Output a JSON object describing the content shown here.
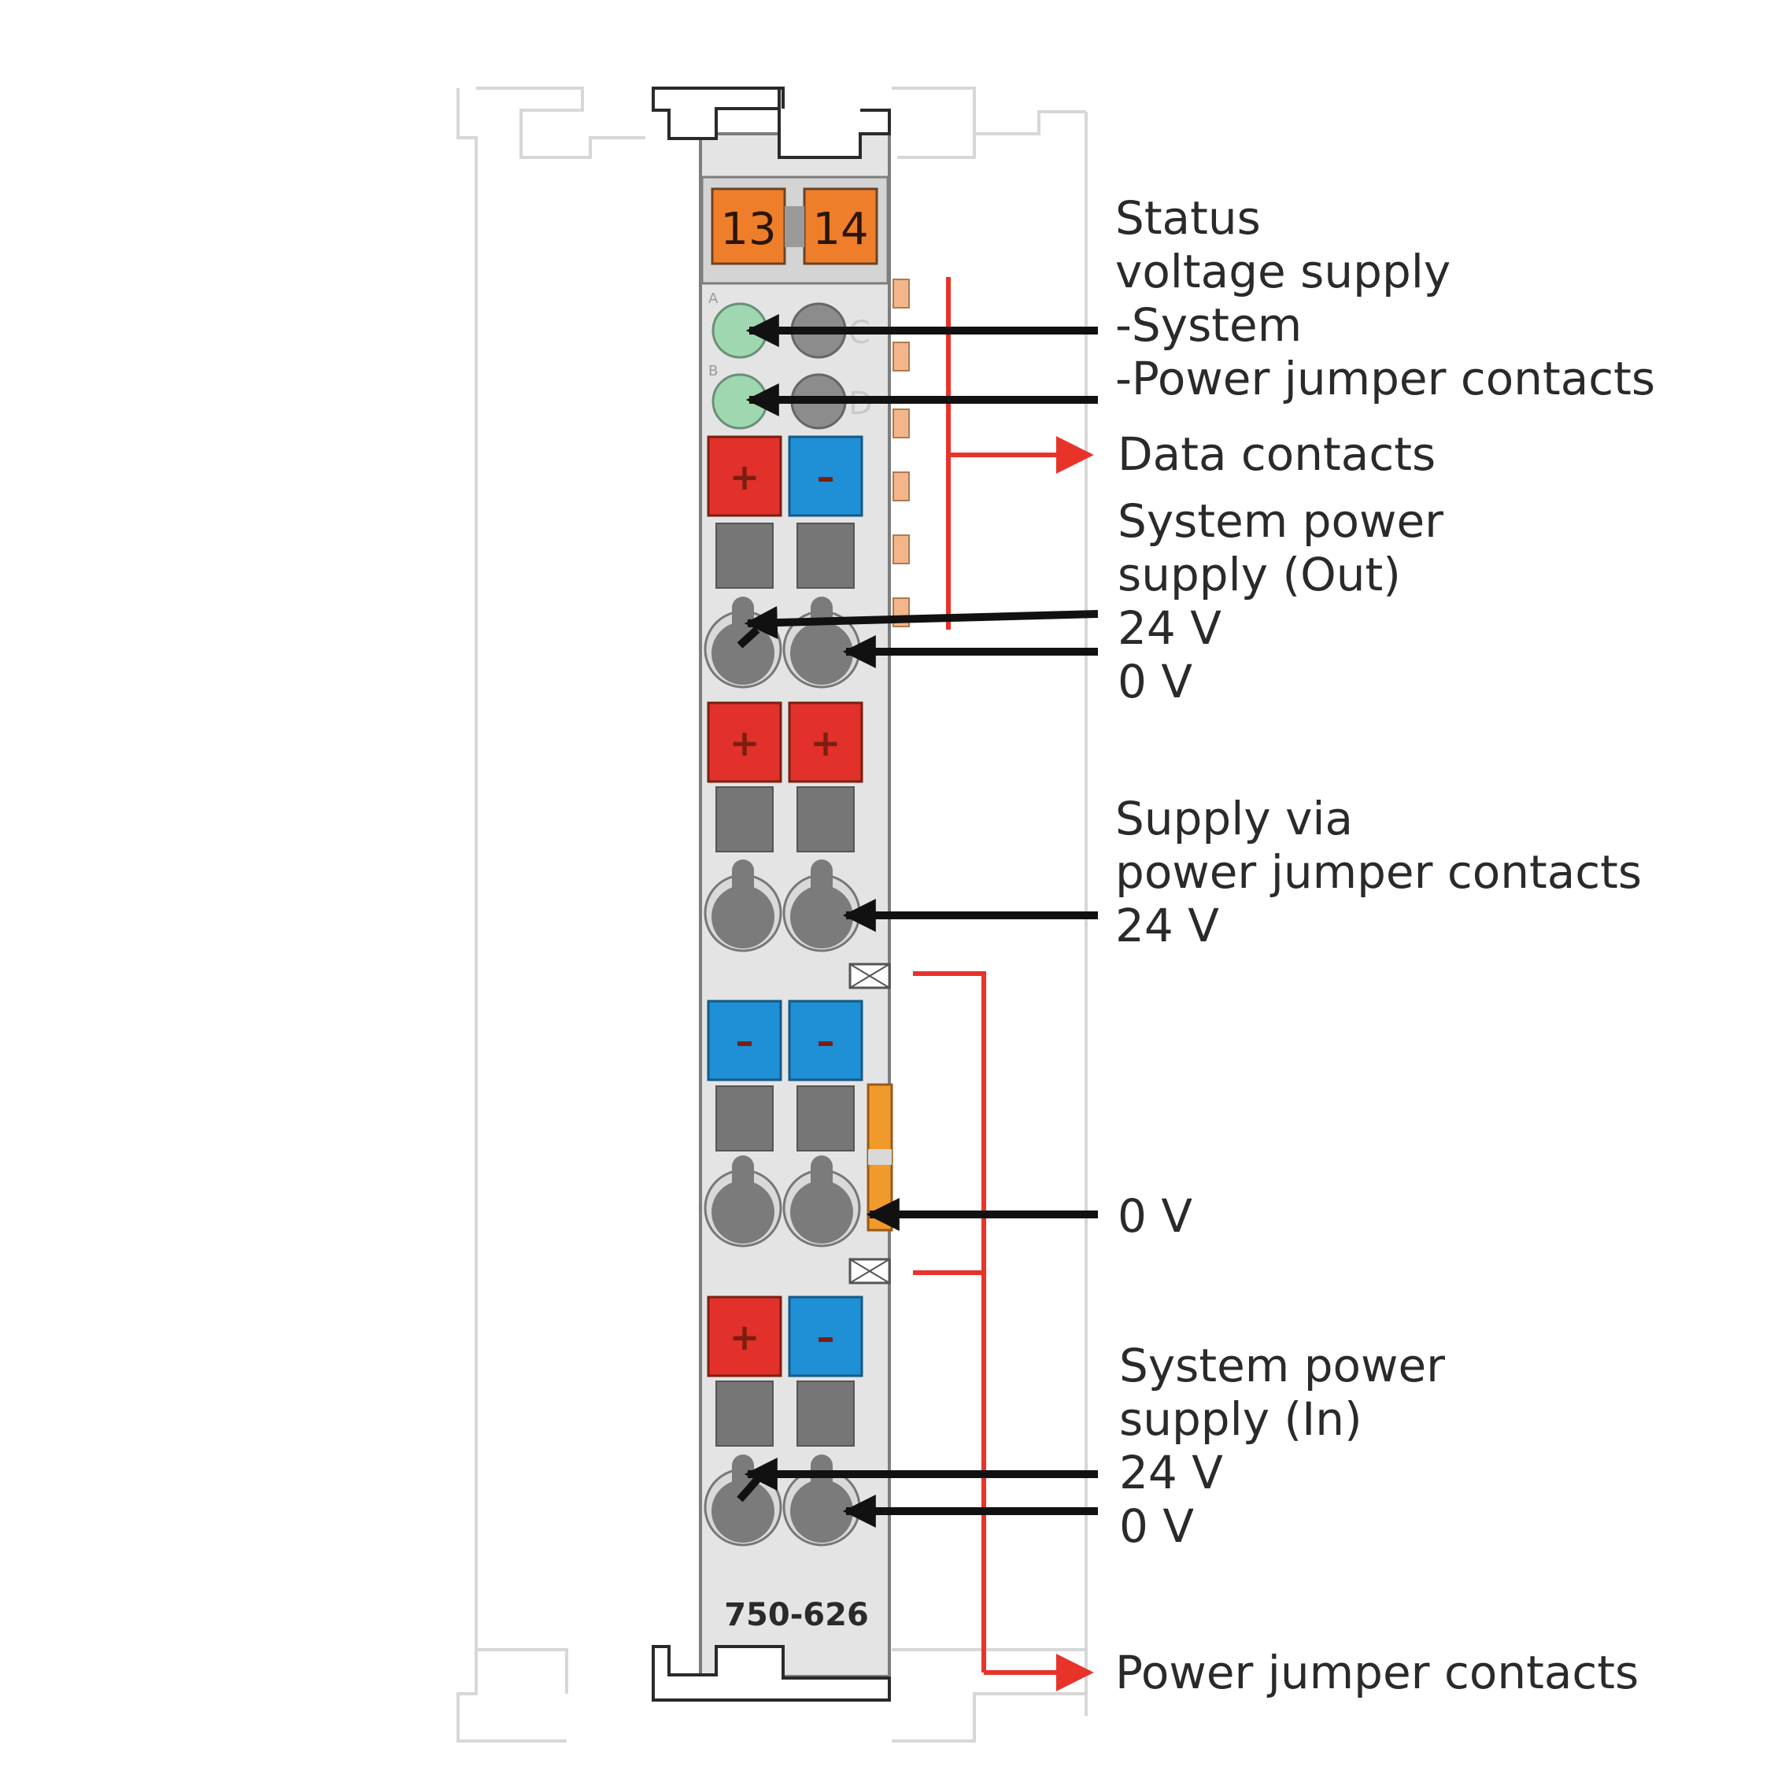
{
  "module": {
    "model_number": "750-626",
    "terminal_numbers": [
      "13",
      "14"
    ],
    "led_letters": [
      "A",
      "B",
      "C",
      "D"
    ],
    "terminal_signs": {
      "row1": [
        "+",
        "–"
      ],
      "row2": [
        "+",
        "+"
      ],
      "row3": [
        "–",
        "–"
      ],
      "row4": [
        "+",
        "–"
      ]
    }
  },
  "labels": {
    "status_line1": "Status",
    "status_line2": "voltage supply",
    "status_line3": "-System",
    "status_line4": "-Power jumper contacts",
    "data_contacts": "Data contacts",
    "sys_out_line1": "System power",
    "sys_out_line2": "supply (Out)",
    "sys_out_24v": "24 V",
    "sys_out_0v": "0 V",
    "via_line1": "Supply via",
    "via_line2": "power jumper contacts",
    "via_24v": "24 V",
    "mid_0v": "0 V",
    "sys_in_line1": "System power",
    "sys_in_line2": "supply (In)",
    "sys_in_24v": "24 V",
    "sys_in_0v": "0 V",
    "power_jumper_contacts": "Power jumper contacts"
  },
  "colors": {
    "plus_terminal": "#e2302b",
    "minus_terminal": "#1f8fd6",
    "orange_marker": "#ef7e2b",
    "led_green": "#9fd8b0",
    "arrow_black": "#111111",
    "arrow_red": "#e8332a"
  }
}
